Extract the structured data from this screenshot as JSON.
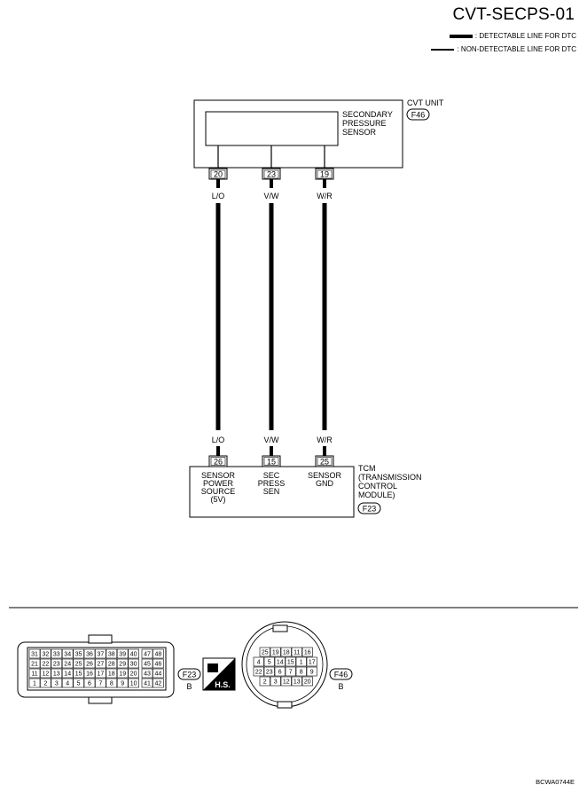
{
  "title": "CVT-SECPS-01",
  "legend": [
    {
      "label": ": DETECTABLE LINE FOR DTC"
    },
    {
      "label": ": NON-DETECTABLE LINE FOR DTC"
    }
  ],
  "cvt_unit": {
    "name": "CVT UNIT",
    "connector": "F46",
    "sensor_lines": [
      "SECONDARY",
      "PRESSURE",
      "SENSOR"
    ],
    "pins": [
      "20",
      "23",
      "19"
    ]
  },
  "wires": [
    {
      "color_top": "L/O",
      "color_bottom": "L/O"
    },
    {
      "color_top": "V/W",
      "color_bottom": "V/W"
    },
    {
      "color_top": "W/R",
      "color_bottom": "W/R"
    }
  ],
  "tcm": {
    "name_lines": [
      "TCM",
      "(TRANSMISSION",
      "CONTROL",
      "MODULE)"
    ],
    "connector": "F23",
    "pins": [
      "26",
      "15",
      "25"
    ],
    "terminals": [
      [
        "SENSOR",
        "POWER",
        "SOURCE",
        "(5V)"
      ],
      [
        "SEC",
        "PRESS",
        "SEN"
      ],
      [
        "SENSOR",
        "GND"
      ]
    ]
  },
  "connector_f23": {
    "label": "F23",
    "color": "B",
    "rows": [
      [
        "31",
        "32",
        "33",
        "34",
        "35",
        "36",
        "37",
        "38",
        "39",
        "40",
        "47",
        "48"
      ],
      [
        "21",
        "22",
        "23",
        "24",
        "25",
        "26",
        "27",
        "28",
        "29",
        "30",
        "45",
        "46"
      ],
      [
        "11",
        "12",
        "13",
        "14",
        "15",
        "16",
        "17",
        "18",
        "19",
        "20",
        "43",
        "44"
      ],
      [
        "1",
        "2",
        "3",
        "4",
        "5",
        "6",
        "7",
        "8",
        "9",
        "10",
        "41",
        "42"
      ]
    ]
  },
  "hs_symbol": "H.S.",
  "connector_f46": {
    "label": "F46",
    "color": "B",
    "rows": [
      [
        "25",
        "19",
        "18",
        "11",
        "16"
      ],
      [
        "4",
        "5",
        "14",
        "15",
        "1",
        "17"
      ],
      [
        "22",
        "23",
        "6",
        "7",
        "8",
        "9"
      ],
      [
        "2",
        "3",
        "12",
        "13",
        "20"
      ]
    ]
  },
  "figure_code": "BCWA0744E"
}
